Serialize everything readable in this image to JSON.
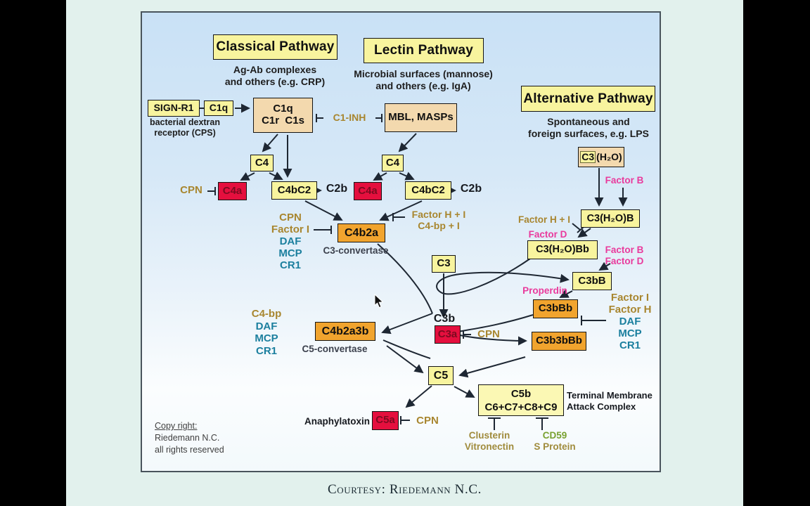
{
  "caption": "Courtesy: Riedemann N.C.",
  "pathways": {
    "classical": {
      "title": "Classical Pathway",
      "sub1": "Ag-Ab complexes",
      "sub2": "and others (e.g. CRP)"
    },
    "lectin": {
      "title": "Lectin Pathway",
      "sub1": "Microbial surfaces (mannose)",
      "sub2": "and others (e.g. IgA)"
    },
    "alternative": {
      "title": "Alternative Pathway",
      "sub1": "Spontaneous and",
      "sub2": "foreign surfaces, e.g. LPS"
    }
  },
  "nodes": {
    "sign_r1": "SIGN-R1",
    "sign_r1_desc1": "bacterial dextran",
    "sign_r1_desc2": "receptor (CPS)",
    "c1q_small": "C1q",
    "c1_complex_line1": "C1q",
    "c1_complex_line2": "C1r  C1s",
    "c1_inh": "C1-INH",
    "mbl": "MBL, MASPs",
    "c4": "C4",
    "c4a": "C4a",
    "c4bc2": "C4bC2",
    "c2b": "C2b",
    "c4b2a": "C4b2a",
    "c3_convertase": "C3-convertase",
    "c3": "C3",
    "c3b": "C3b",
    "c3a": "C3a",
    "c4b2a3b": "C4b2a3b",
    "c5_convertase": "C5-convertase",
    "c5": "C5",
    "c5a": "C5a",
    "anaphylatoxin": "Anaphylatoxin",
    "c5b_line1": "C5b",
    "c5b_line2": "C6+C7+C8+C9",
    "tmac1": "Terminal Membrane",
    "tmac2": "Attack Complex",
    "c3h2o_c3": "C3",
    "c3h2o_rest": "(H₂O)",
    "c3h2o_b": "C3(H₂O)B",
    "c3h2o_bb": "C3(H₂O)Bb",
    "c3bb": "C3bB",
    "c3bbb": "C3bBb",
    "c3b3bbb": "C3b3bBb"
  },
  "regulators": {
    "cpn": "CPN",
    "classical_c3_block": [
      "CPN",
      "Factor I",
      "DAF",
      "MCP",
      "CR1"
    ],
    "factor_h_i": "Factor H + I",
    "c4bp_i": "C4-bp + I",
    "classical_c5_block": [
      "C4-bp",
      "DAF",
      "MCP",
      "CR1"
    ],
    "alt_block": [
      "Factor I",
      "Factor H",
      "DAF",
      "MCP",
      "CR1"
    ],
    "factor_b": "Factor B",
    "factor_d": "Factor D",
    "properdin": "Properdin",
    "clusterin": "Clusterin",
    "vitronectin": "Vitronectin",
    "cd59": "CD59",
    "s_protein": "S Protein"
  },
  "copyright": {
    "line1": "Copy right:",
    "line2": "Riedemann N.C.",
    "line3": "all rights reserved"
  },
  "colors": {
    "page_bg": "#e2f1ed",
    "letterbox": "#000000",
    "panel_top": "#c9e1f6",
    "box_yellow": "#f8f49e",
    "box_tan": "#f3d9ae",
    "box_orange": "#f1a42e",
    "box_red": "#e50f3e",
    "text_brown": "#a8862f",
    "text_teal": "#1b7f9e",
    "text_pink": "#e93a9c",
    "text_green": "#78a12f",
    "text_olive": "#a08b3c",
    "line": "#1e2733"
  }
}
